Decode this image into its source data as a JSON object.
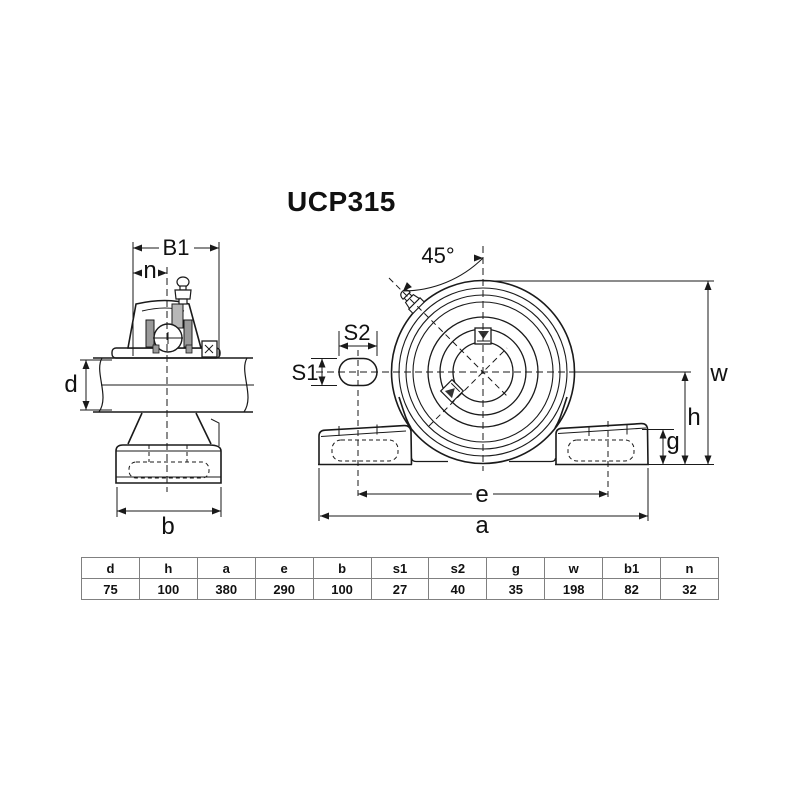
{
  "title": "UCP315",
  "side_view": {
    "labels": {
      "b1": "B1",
      "n": "n",
      "d": "d",
      "b": "b"
    }
  },
  "front_view": {
    "labels": {
      "angle": "45°",
      "s1": "S1",
      "s2": "S2",
      "w": "w",
      "h": "h",
      "g": "g",
      "e": "e",
      "a": "a"
    }
  },
  "table": {
    "headers": [
      "d",
      "h",
      "a",
      "e",
      "b",
      "s1",
      "s2",
      "g",
      "w",
      "b1",
      "n"
    ],
    "values": [
      "75",
      "100",
      "380",
      "290",
      "100",
      "27",
      "40",
      "35",
      "198",
      "82",
      "32"
    ]
  },
  "colors": {
    "line": "#1a1a1a",
    "table_border": "#808080",
    "shade": "#9a9a9a"
  }
}
